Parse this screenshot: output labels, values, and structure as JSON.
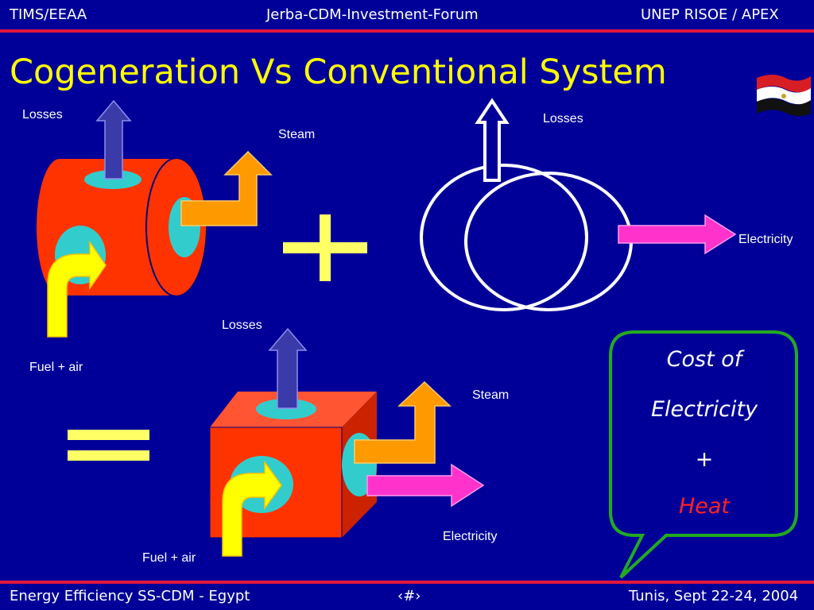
{
  "header": {
    "left": "TIMS/EEAA",
    "center": "Jerba-CDM-Investment-Forum",
    "right": "UNEP RISOE / APEX"
  },
  "title": "Cogeneration Vs Conventional System",
  "colors": {
    "background": "#000099",
    "rule": "#e4173a",
    "title": "#ffff00",
    "bubble_border": "#22aa22",
    "heat": "#ff2222"
  },
  "diagram": {
    "cylinder": {
      "losses_label": "Losses",
      "steam_label": "Steam",
      "input_label": "Fuel + air"
    },
    "plus_symbol": "+",
    "rings": {
      "losses_label": "Losses",
      "electricity_label": "Electricity"
    },
    "equals_symbol": "=",
    "cube": {
      "losses_label": "Losses",
      "steam_label": "Steam",
      "electricity_label": "Electricity",
      "input_label": "Fuel + air"
    }
  },
  "callout": {
    "line1": "Cost of",
    "line2": "Electricity",
    "plus": "+",
    "heat": "Heat"
  },
  "footer": {
    "left": "Energy Efficiency SS-CDM - Egypt",
    "center": "‹#›",
    "right": "Tunis,  Sept 22-24, 2004"
  },
  "flag_icon": "egypt-flag-icon"
}
